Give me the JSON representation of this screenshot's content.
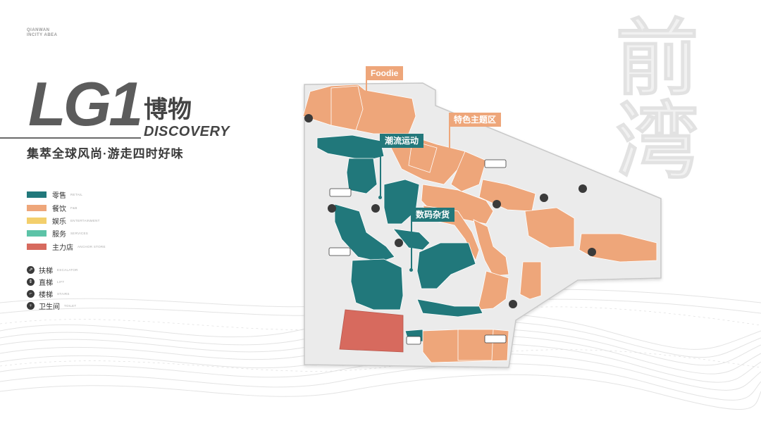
{
  "header": {
    "brand_line1": "QIANWAN",
    "brand_line2": "INCITY ABEA",
    "level": "LG1",
    "title_cn": "博物",
    "title_en": "DISCOVERY",
    "slogan": "集萃全球风尚·游走四时好味",
    "watermark": "前湾"
  },
  "colors": {
    "retail": "#21787b",
    "food": "#eea67a",
    "entertainment": "#f3cf6c",
    "service": "#5cc3a7",
    "anchor": "#d76a5e",
    "floor": "#ebebeb",
    "floor_stroke": "#c8c8c8",
    "icon": "#3a3a3a"
  },
  "legend": [
    {
      "key": "retail",
      "label_cn": "零售",
      "label_en": "RETAIL"
    },
    {
      "key": "food",
      "label_cn": "餐饮",
      "label_en": "F&B"
    },
    {
      "key": "entertainment",
      "label_cn": "娱乐",
      "label_en": "ENTERTAINMENT"
    },
    {
      "key": "service",
      "label_cn": "服务",
      "label_en": "SERVICES"
    },
    {
      "key": "anchor",
      "label_cn": "主力店",
      "label_en": "ANCHOR STORE"
    }
  ],
  "facilities": [
    {
      "icon": "escalator-icon",
      "label_cn": "扶梯",
      "label_en": "ESCALATOR",
      "glyph": "⇗"
    },
    {
      "icon": "elevator-icon",
      "label_cn": "直梯",
      "label_en": "LIFT",
      "glyph": "⇕"
    },
    {
      "icon": "stairs-icon",
      "label_cn": "楼梯",
      "label_en": "STAIRS",
      "glyph": "⌐"
    },
    {
      "icon": "restroom-icon",
      "label_cn": "卫生间",
      "label_en": "TOILET",
      "glyph": "♀"
    }
  ],
  "zones": [
    {
      "id": "foodie",
      "label": "Foodie",
      "type": "food"
    },
    {
      "id": "theme",
      "label": "特色主题区",
      "type": "food"
    },
    {
      "id": "trend",
      "label": "潮流运动",
      "type": "retail"
    },
    {
      "id": "digital",
      "label": "数码杂货",
      "type": "retail"
    }
  ]
}
